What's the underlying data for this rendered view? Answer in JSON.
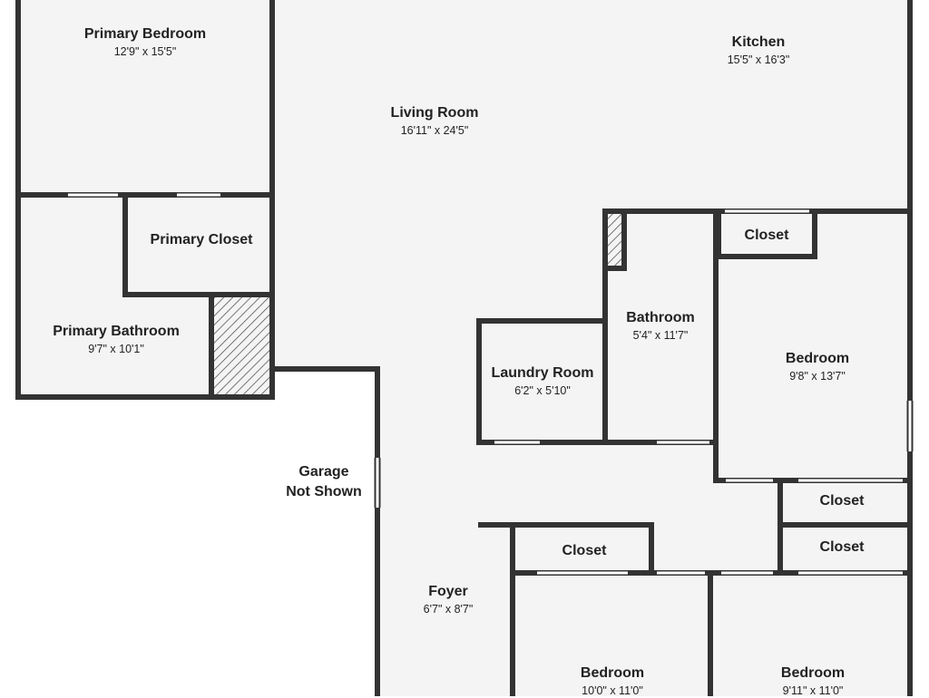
{
  "floorplan": {
    "rooms": [
      {
        "id": "primary-bedroom",
        "name": "Primary Bedroom",
        "dims": "12'9\" x 15'5\""
      },
      {
        "id": "living-room",
        "name": "Living Room",
        "dims": "16'11\" x 24'5\""
      },
      {
        "id": "kitchen",
        "name": "Kitchen",
        "dims": "15'5\" x 16'3\""
      },
      {
        "id": "primary-closet",
        "name": "Primary Closet",
        "dims": ""
      },
      {
        "id": "primary-bathroom",
        "name": "Primary Bathroom",
        "dims": "9'7\" x 10'1\""
      },
      {
        "id": "closet-upper",
        "name": "Closet",
        "dims": ""
      },
      {
        "id": "bathroom",
        "name": "Bathroom",
        "dims": "5'4\" x 11'7\""
      },
      {
        "id": "bedroom-east",
        "name": "Bedroom",
        "dims": "9'8\" x 13'7\""
      },
      {
        "id": "laundry-room",
        "name": "Laundry Room",
        "dims": "6'2\" x 5'10\""
      },
      {
        "id": "closet-east-1",
        "name": "Closet",
        "dims": ""
      },
      {
        "id": "closet-east-2",
        "name": "Closet",
        "dims": ""
      },
      {
        "id": "closet-south",
        "name": "Closet",
        "dims": ""
      },
      {
        "id": "foyer",
        "name": "Foyer",
        "dims": "6'7\" x 8'7\""
      },
      {
        "id": "bedroom-south-1",
        "name": "Bedroom",
        "dims": "10'0\" x 11'0\""
      },
      {
        "id": "bedroom-south-2",
        "name": "Bedroom",
        "dims": "9'11\" x 11'0\""
      }
    ],
    "garage_note": {
      "line1": "Garage",
      "line2": "Not Shown"
    },
    "colors": {
      "wall": "#333333",
      "floor": "#f4f4f4",
      "window": "#ffffff",
      "hatch": "#555555"
    }
  }
}
